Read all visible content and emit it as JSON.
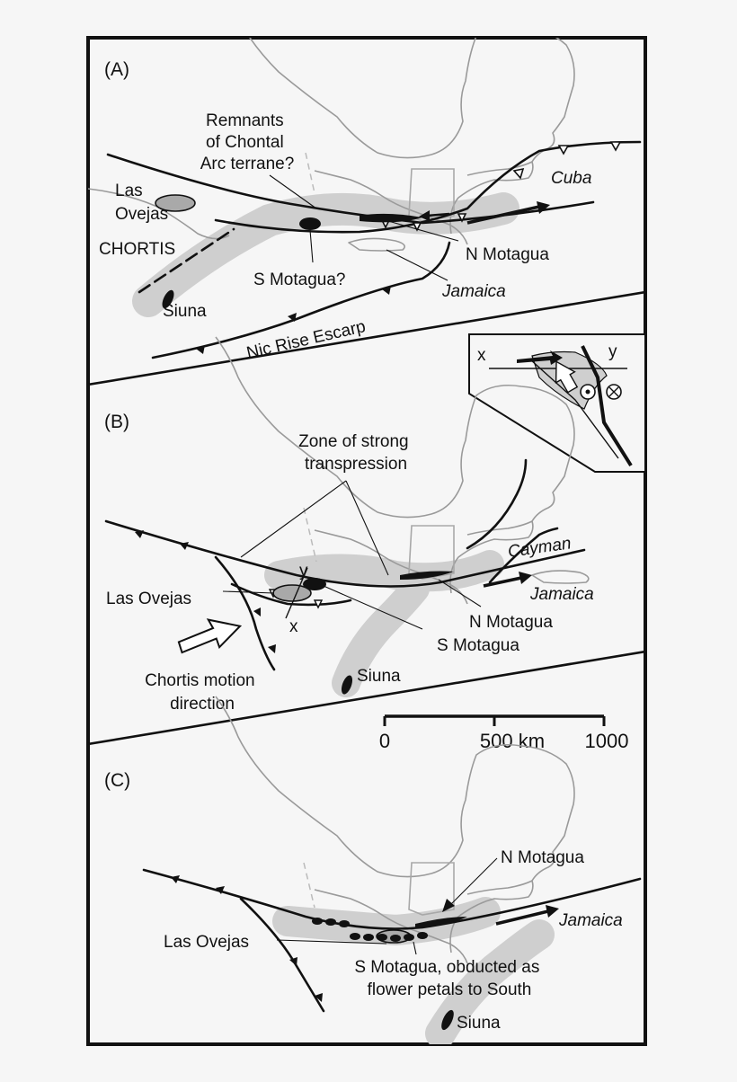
{
  "panels": {
    "a": {
      "label": "(A)",
      "remnants": [
        "Remnants",
        "of Chontal",
        "Arc terrane?"
      ],
      "cuba": "Cuba",
      "las_ovejas": [
        "Las",
        "Ovejas"
      ],
      "chortis": "CHORTIS",
      "n_motagua": "N Motagua",
      "s_motagua": "S Motagua?",
      "jamaica": "Jamaica",
      "siuna": "Siuna",
      "nic_rise": "Nic Rise Escarp",
      "inset": {
        "x": "x",
        "y": "y"
      }
    },
    "b": {
      "label": "(B)",
      "zone": [
        "Zone of strong",
        "transpression"
      ],
      "cayman": "Cayman",
      "y": "y",
      "x": "x",
      "las_ovejas": "Las Ovejas",
      "jamaica": "Jamaica",
      "n_motagua": "N Motagua",
      "s_motagua": "S Motagua",
      "siuna": "Siuna",
      "chortis_motion": [
        "Chortis motion",
        "direction"
      ]
    },
    "c": {
      "label": "(C)",
      "n_motagua": "N Motagua",
      "jamaica": "Jamaica",
      "las_ovejas": "Las Ovejas",
      "s_motagua": [
        "S Motagua, obducted as",
        "flower petals to South"
      ],
      "siuna": "Siuna"
    }
  },
  "scale_bar": {
    "ticks": [
      "0",
      "500 km",
      "1000"
    ]
  },
  "colors": {
    "frame": "#111111",
    "background": "#f6f6f6",
    "zone": "#cfcfcf",
    "coast": "#9a9a9a"
  }
}
